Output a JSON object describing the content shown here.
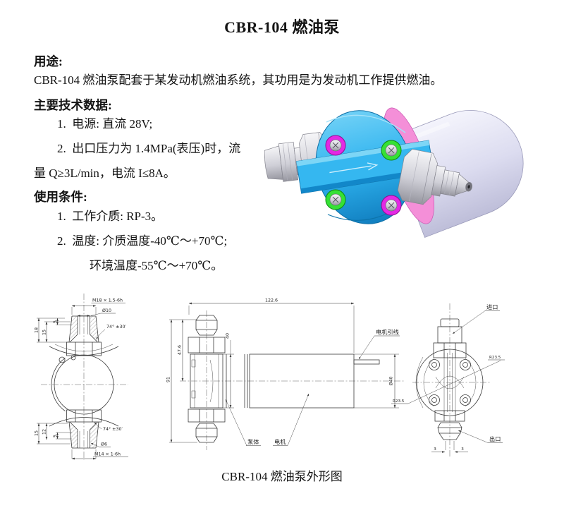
{
  "doc": {
    "title": "CBR-104 燃油泵",
    "caption": "CBR-104 燃油泵外形图"
  },
  "usage": {
    "heading": "用途:",
    "body": "CBR-104 燃油泵配套于某发动机燃油系统，其功用是为发动机工作提供燃油。"
  },
  "tech": {
    "heading": "主要技术数据:",
    "item1": "1.  电源: 直流 28V;",
    "item2": "2.  出口压力为 1.4MPa(表压)时，流",
    "item2_cont": "量 Q≥3L/min，电流 I≤8A。"
  },
  "conditions": {
    "heading": "使用条件:",
    "item1": "1.  工作介质: RP-3。",
    "item2": "2.  温度: 介质温度-40℃～+70℃;",
    "item2_cont": "环境温度-55℃～+70℃。"
  },
  "render": {
    "description": "CBR-104 fuel pump 3D CAD rendering",
    "colors": {
      "blue_head": "#2fb3ef",
      "band_blue": "#35b7f0",
      "magenta_bolt": "#e428e4",
      "green_bolt": "#35e135",
      "pink_ring": "#f48fd8",
      "body_lavender": "#dcdcf0",
      "silver": "#c9c9d2"
    }
  },
  "drawing": {
    "front": {
      "thread_top": "M18 × 1.5-6h",
      "dia_top": "Ø10",
      "dim_18": "18",
      "dim_15t": "15",
      "dim_5t": "5",
      "angle_top": "74° ±30′",
      "dim_15b": "15",
      "dim_12": "12",
      "dim_5b": "5",
      "angle_bottom": "74° ±30′",
      "dia_bottom": "Ø6",
      "thread_bottom": "M14 × 1-6h"
    },
    "side": {
      "len_total": "122.6",
      "h_total": "91",
      "h_axis": "47.6",
      "dia_body": "40",
      "dia_motor": "Ø40",
      "r_flange": "R23.5",
      "wire": "电机引线",
      "pump_body": "泵体",
      "motor": "电机"
    },
    "end": {
      "inlet": "进口",
      "r_flange": "R23.5",
      "outlet": "出口",
      "dim_3l": "3",
      "dim_3r": "3"
    }
  }
}
